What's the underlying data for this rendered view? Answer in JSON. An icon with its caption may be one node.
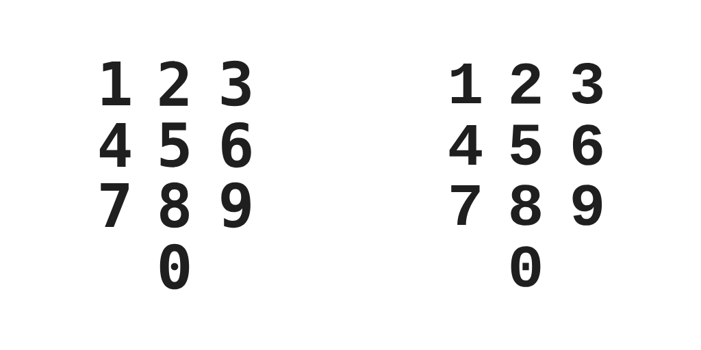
{
  "diagram": {
    "labels": [
      "1",
      "2",
      "3",
      "4",
      "5",
      "6",
      "7",
      "8",
      "9",
      "0",
      "1",
      "2",
      "3",
      "4",
      "5",
      "6",
      "7",
      "8",
      "9",
      "0"
    ]
  }
}
